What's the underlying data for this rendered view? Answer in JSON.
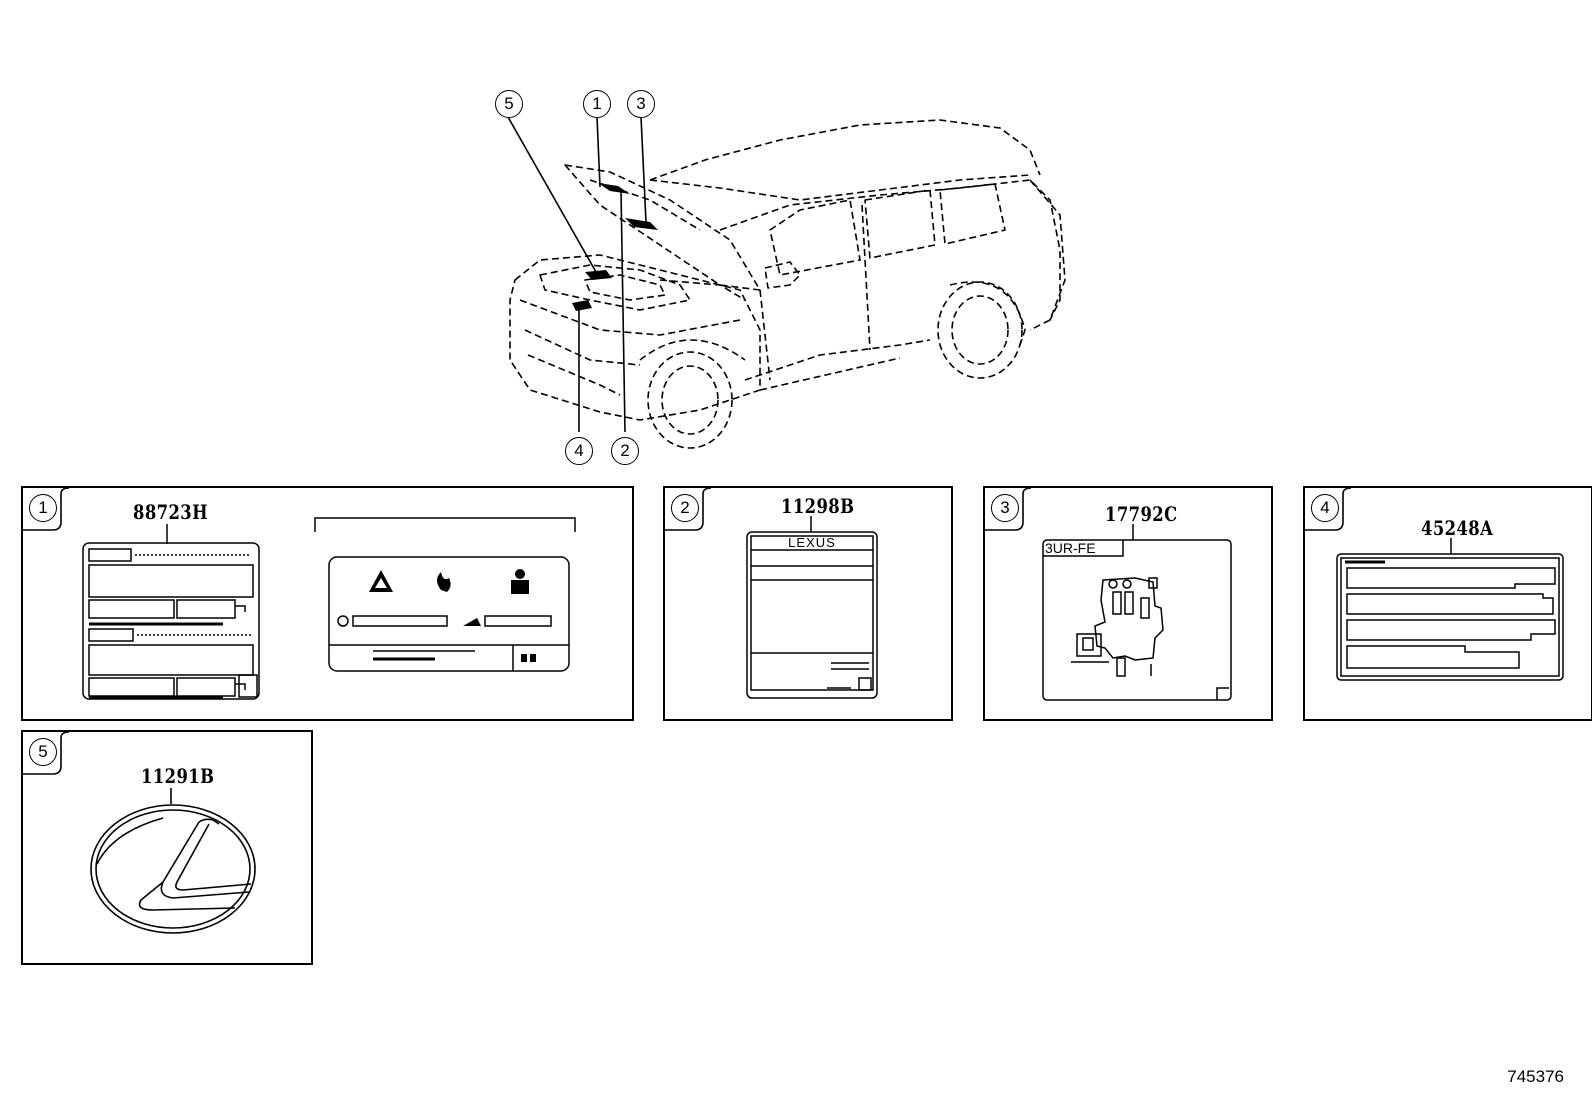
{
  "callouts": [
    "5",
    "1",
    "3",
    "4",
    "2"
  ],
  "panels": [
    {
      "index": "1",
      "part_number": "88723H"
    },
    {
      "index": "2",
      "part_number": "11298B",
      "label_text": "LEXUS"
    },
    {
      "index": "3",
      "part_number": "17792C",
      "label_text": "3UR-FE"
    },
    {
      "index": "4",
      "part_number": "45248A"
    },
    {
      "index": "5",
      "part_number": "11291B"
    }
  ],
  "figure_id": "745376"
}
